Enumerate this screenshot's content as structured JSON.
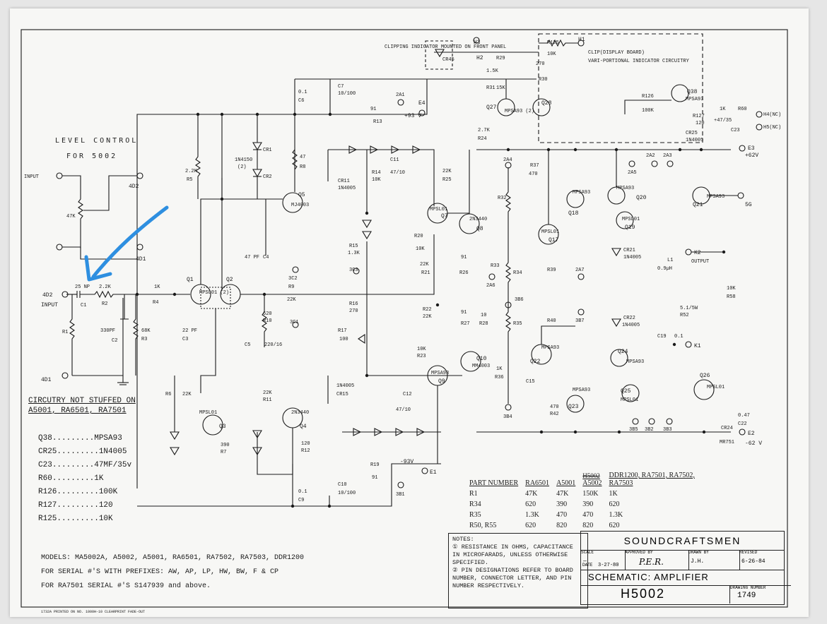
{
  "level_control": {
    "title_line1": "LEVEL CONTROL",
    "title_line2": "FOR 5002",
    "input": "INPUT",
    "pot": "47K",
    "out_4d2": "4D2",
    "out_4d1": "4D1"
  },
  "input_section": {
    "label_4d2": "4D2",
    "label_input": "INPUT",
    "cap": "25 NP",
    "cap_ref": "C1",
    "r2_val": "2.2K",
    "r2": "R2",
    "r1": "R1",
    "c2_val": "330PF",
    "c2": "C2",
    "r3_val": "68K",
    "r3": "R3",
    "r4_val": "1K",
    "r4": "R4",
    "c3_val": "22 PF",
    "c3": "C3",
    "label_4d1": "4D1"
  },
  "transistors": {
    "q1": "Q1",
    "q2": "Q2",
    "q1q2_type": "MPSL01 (2)",
    "q3": "Q3",
    "q3_type": "MPSL01",
    "q4": "Q4",
    "q4_type": "2N3440",
    "q5": "Q5",
    "q5_type": "MJ4003",
    "q7": "Q7",
    "q7_type": "MPSL01",
    "q8": "Q8",
    "q8_type": "2N3440",
    "q9": "Q9",
    "q9_type": "MPSA93",
    "q10": "Q10",
    "q10_type": "MM4003",
    "q17": "Q17",
    "q17_type": "MPSL01",
    "q18": "Q18",
    "q18_type": "MPSA93",
    "q19": "Q19",
    "q19_type": "MPSL01",
    "q20": "Q20",
    "q20_type": "MPSA93",
    "q21": "Q21",
    "q21_type": "MPSA93",
    "q22": "Q22",
    "q22_type": "MPSA93",
    "q23": "Q23",
    "q23_type": "MPSA93",
    "q24": "Q24",
    "q24_type": "MPSA93",
    "q25": "Q25",
    "q25_type": "MPSL01",
    "q26": "Q26",
    "q26_type": "MPSL01",
    "q27": "Q27",
    "q28": "Q28",
    "q27q28_type": "MPSA93 (2)",
    "q38": "Q38",
    "q38_type": "MPSA93"
  },
  "parts": {
    "r5": "R5",
    "r5_val": "2.2K",
    "r6": "R6",
    "r6_val": "22K",
    "r7": "R7",
    "r7_val": "390",
    "r8": "R8",
    "r8_val": "47",
    "r9": "R9",
    "r9_val": "22K",
    "r10": "R10",
    "r10_val": "620",
    "r11": "R11",
    "r11_val": "22K",
    "r12": "R12",
    "r12_val": "120",
    "r13": "R13",
    "r13_val": "91",
    "r14": "R14",
    "r14_val": "10K",
    "r15": "R15",
    "r15_val": "1.3K",
    "r16": "R16",
    "r16_val": "270",
    "r17": "R17",
    "r17_val": "100",
    "r19": "R19",
    "r19_val": "91",
    "r20": "R20",
    "r20_val": "10K",
    "r21": "R21",
    "r21_val": "22K",
    "r22": "R22",
    "r22_val": "22K",
    "r23": "R23",
    "r23_val": "10K",
    "r24": "R24",
    "r24_val": "2.7K",
    "r25": "R25",
    "r25_val": "22K",
    "r26": "R26",
    "r26_val": "91",
    "r27": "R27",
    "r27_val": "91",
    "r28": "R28",
    "r28_val": "10",
    "r29": "R29",
    "r29_val": "1.5K",
    "r30": "R30",
    "r30_val": "270",
    "r31": "R31",
    "r31_val": "15K",
    "r32": "R32",
    "r33": "R33",
    "r34": "R34",
    "r35": "R35",
    "r36": "R36",
    "r36_val": "1K",
    "r37": "R37",
    "r37_val": "470",
    "r39": "R39",
    "r40": "R40",
    "r42": "R42",
    "r42_val": "470",
    "r52": "R52",
    "r52_val": "5.1/5W",
    "r58": "R58",
    "r58_val": "10K",
    "c4": "C4",
    "c4_val": "47 PF",
    "c5": "C5",
    "c5_val": "220/16",
    "c6": "C6",
    "c6_val": "0.1",
    "c7": "C7",
    "c7_val": "10/100",
    "c9": "C9",
    "c9_val": "0.1",
    "c10": "C10",
    "c10_val": "10/100",
    "c11": "C11",
    "c11_val": "47/10",
    "c12": "C12",
    "c12_val": "47/10",
    "c15": "C15",
    "c19": "C19",
    "c19_val": "0.1",
    "c22": "C22",
    "c22_val": "0.47",
    "cr1": "CR1",
    "cr2": "CR2",
    "cr_type": "1N4150",
    "cr_type2": "(2)",
    "cr11": "CR11",
    "cr11_type": "1N4005",
    "cr15": "CR15",
    "cr15_type": "1N4005",
    "cr21": "CR21",
    "cr21_type": "1N4005",
    "cr22": "CR22",
    "cr22_type": "1N4005",
    "cr24": "CR24",
    "cr24_type": "MR751",
    "l1": "L1",
    "l1_val": "0.9µH"
  },
  "terminals": {
    "e1": "E1",
    "e1_val": "-93V",
    "e2": "E2",
    "e2_val": "-62 V",
    "e3": "E3",
    "e3_val": "+62V",
    "e4": "E4",
    "e4_val": "+93 V",
    "e5": "5G",
    "k1": "K1",
    "k2": "K2",
    "k2_val": "OUTPUT",
    "h1": "H1",
    "h2": "H2",
    "h3": "H3",
    "h4": "H4(NC)",
    "h5": "H5(NC)",
    "n2a1": "2A1",
    "n3b1": "3B1",
    "n3c2": "3C2",
    "n3c3": "3C3",
    "n3c1": "3C1",
    "n2a4": "2A4",
    "n2a5": "2A5",
    "n2a6": "2A6",
    "n2a7": "2A7",
    "n3b7": "3B7",
    "n3b6": "3B6",
    "n3b4": "3B4",
    "n3b5": "3B5",
    "n3b2": "3B2",
    "n3b3": "3B3",
    "n2a2": "2A2",
    "n2a3": "2A3"
  },
  "clipping": {
    "indicator": "CLIPPING INDICATOR MOUNTED ON FRONT PANEL",
    "cr45": "CR45",
    "board": "CLIP(DISPLAY BOARD)",
    "vari": "VARI-PORTIONAL INDICATOR CIRCUITRY",
    "r125": "R125",
    "r125_val": "10K",
    "r126": "R126",
    "r126_val": "100K",
    "r127": "R127",
    "r127_val": "120",
    "c23": "C23",
    "c23_val": "+47/35",
    "r60": "R60",
    "r60_val": "1K",
    "cr25": "CR25",
    "cr25_type": "1N4005"
  },
  "circuitry_note": {
    "line1": "CIRCUTRY NOT STUFFED ON",
    "line2": "A5001, RA6501, RA7501"
  },
  "substitutions": [
    {
      "part": "Q38",
      "value": "MPSA93"
    },
    {
      "part": "CR25",
      "value": "1N4005"
    },
    {
      "part": "C23",
      "value": "47MF/35v"
    },
    {
      "part": "R60",
      "value": "1K"
    },
    {
      "part": "R126",
      "value": "100K"
    },
    {
      "part": "R127",
      "value": "120"
    },
    {
      "part": "R125",
      "value": "10K"
    }
  ],
  "models": {
    "line1": "MODELS: MA5002A, A5002, A5001, RA6501, RA7502, RA7503, DDR1200",
    "line2": "FOR SERIAL #'S WITH PREFIXES: AW, AP, LP, HW, BW, F & CP",
    "line3": "FOR RA7501 SERIAL #'S S147939 and above."
  },
  "part_table": {
    "headers": [
      "PART NUMBER",
      "RA6501",
      "A5001",
      "A5002",
      "DDR1200, RA7501, RA7502, RA7503"
    ],
    "struck_header": "H5002",
    "rows": [
      [
        "R1",
        "47K",
        "47K",
        "150K",
        "1K"
      ],
      [
        "R34",
        "620",
        "390",
        "390",
        "620"
      ],
      [
        "R35",
        "1.3K",
        "470",
        "470",
        "1.3K"
      ],
      [
        "R50, R55",
        "620",
        "820",
        "820",
        "620"
      ]
    ]
  },
  "notes": {
    "title": "NOTES:",
    "n1": "① RESISTANCE IN OHMS, CAPACITANCE IN MICROFARADS, UNLESS OTHERWISE SPECIFIED.",
    "n2": "② PIN DESIGNATIONS REFER TO BOARD NUMBER, CONNECTOR LETTER, AND PIN NUMBER RESPECTIVELY."
  },
  "title_block": {
    "company": "SOUNDCRAFTSMEN",
    "scale_label": "SCALE",
    "scale": "—",
    "date_label": "DATE",
    "date": "3-27-80",
    "approved_label": "APPROVED BY",
    "approved": "P.E.R.",
    "drawn_label": "DRAWN BY",
    "drawn": "J.H.",
    "revised_label": "REVISED",
    "revised": "6-26-84",
    "title": "SCHEMATIC: AMPLIFIER",
    "number": "H5002",
    "drawing_label": "DRAWING NUMBER",
    "drawing": "1749"
  },
  "footer": "1732A PRINTED ON NO. 1000H-10 CLEARPRINT FADE-OUT",
  "colors": {
    "paper": "#f7f7f5",
    "ink": "#1a1a1a",
    "annotation_arrow": "#2e8fe0"
  }
}
